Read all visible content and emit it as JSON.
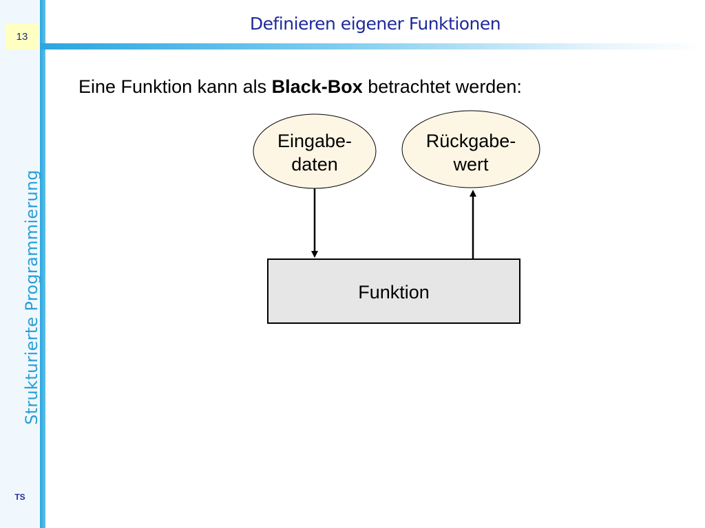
{
  "slide": {
    "number": "13",
    "title": "Definieren eigener Funktionen",
    "sidebar_label": "Strukturierte Programmierung",
    "author": "TS"
  },
  "content": {
    "intro_before": "Eine Funktion kann als ",
    "intro_bold": "Black-Box",
    "intro_after": " betrachtet werden:"
  },
  "diagram": {
    "input_line1": "Eingabe-",
    "input_line2": "daten",
    "output_line1": "Rückgabe-",
    "output_line2": "wert",
    "function_label": "Funktion",
    "colors": {
      "ellipse_fill": "#fdf6e4",
      "box_fill": "#e6e6e6",
      "stroke": "#000000"
    }
  }
}
